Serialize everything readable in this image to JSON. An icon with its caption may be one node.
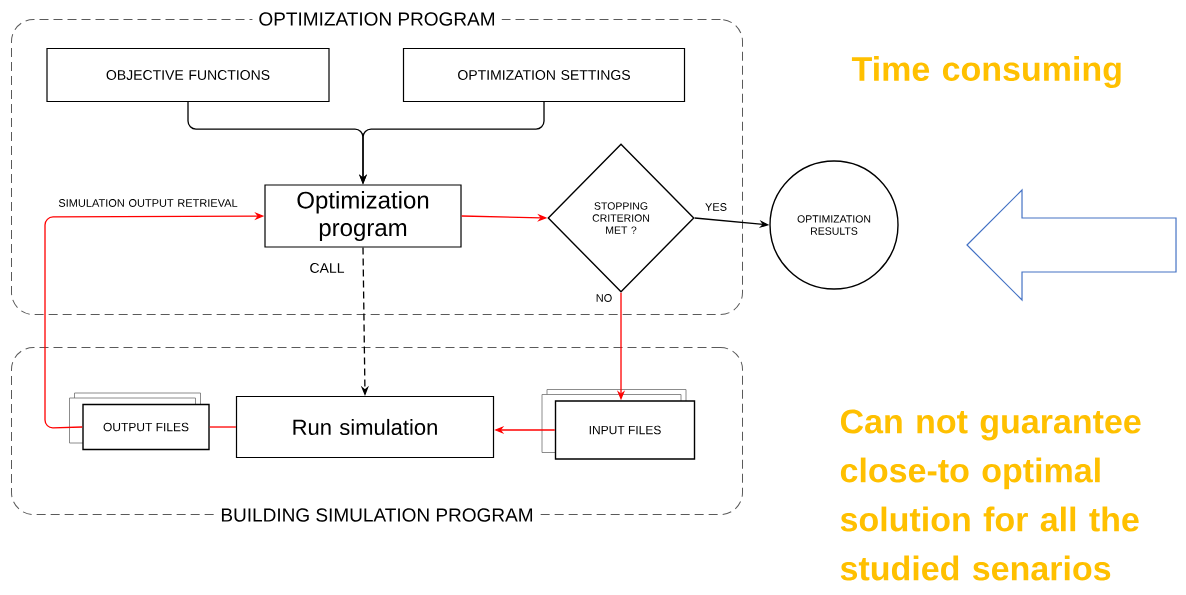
{
  "diagram": {
    "nodes": [
      {
        "text": [
          "OPTIMIZATION PROGRAM"
        ]
      },
      {
        "text": [
          "OBJECTIVE FUNCTIONS"
        ],
        "in": 0
      },
      {
        "text": [
          "OPTIMIZATION SETTINGS"
        ],
        "in": 0
      },
      {
        "text": [
          "Optimization program"
        ],
        "in": 0
      },
      {
        "text": [
          "STOPPING CRITERION MET ?"
        ],
        "in": 0
      },
      {
        "text": [
          "OPTIMIZATION RESULTS"
        ]
      },
      {
        "text": [
          "BUILDING SIMULATION PROGRAM"
        ]
      },
      {
        "text": [
          "OUTPUT FILES"
        ],
        "in": 6
      },
      {
        "text": [
          "Run simulation"
        ],
        "in": 6
      },
      {
        "text": [
          "INPUT FILES"
        ],
        "in": 6
      }
    ],
    "edges": [
      {
        "from": 1,
        "to": 3,
        "arrow": "to",
        "color": "#000000"
      },
      {
        "from": 2,
        "to": 3,
        "arrow": "to",
        "color": "#000000"
      },
      {
        "from": 3,
        "to": 4,
        "arrow": "to"
      },
      {
        "from": 4,
        "to": 5,
        "arrow": "to",
        "label": "YES",
        "color": "#000000"
      },
      {
        "from": 4,
        "to": 9,
        "arrow": "to",
        "label": "NO"
      },
      {
        "from": 9,
        "to": 8,
        "arrow": "to"
      },
      {
        "from": 8,
        "to": 7,
        "arrow": "none"
      },
      {
        "from": 7,
        "to": 3,
        "arrow": "to",
        "label": "SIMULATION OUTPUT RETRIEVAL"
      },
      {
        "from": 3,
        "to": 8,
        "arrow": "to",
        "label": "CALL",
        "style": "dashed",
        "color": "#000000"
      }
    ],
    "labels": [
      "Time consuming",
      "Can not guarantee close-to optimal solution for all the studied senarios"
    ]
  }
}
